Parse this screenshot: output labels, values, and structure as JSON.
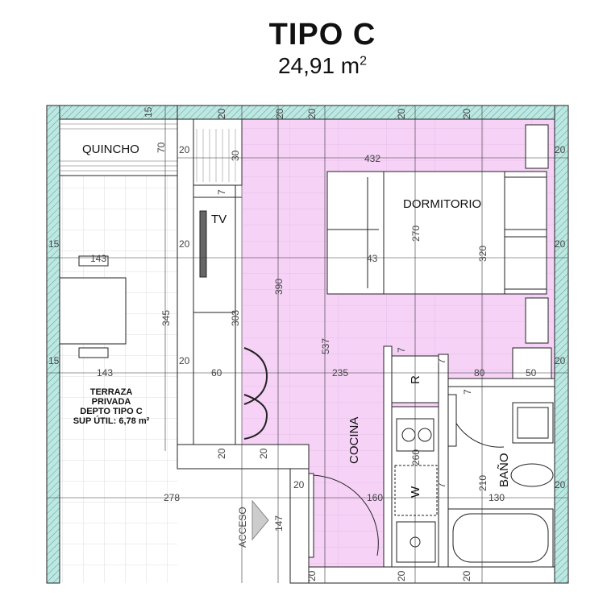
{
  "plan": {
    "title": "TIPO C",
    "area_value": "24,91 m",
    "area_exp": "2"
  },
  "rooms": {
    "quincho": "QUINCHO",
    "tv": "TV",
    "dormitorio": "DORMITORIO",
    "cocina": "COCINA",
    "bano": "BAÑO",
    "acceso": "ACCESO",
    "r": "R",
    "w": "W"
  },
  "terrace": {
    "line1": "TERRAZA",
    "line2": "PRIVADA",
    "line3": "DEPTO TIPO C",
    "line4": "SUP ÚTIL: 6,78 m²"
  },
  "dims": {
    "d15": "15",
    "d20": "20",
    "d30": "30",
    "d70": "70",
    "d7": "7",
    "d432": "432",
    "d270": "270",
    "d320": "320",
    "d143": "143",
    "d43": "43",
    "d390": "390",
    "d345": "345",
    "d303": "303",
    "d537": "537",
    "d60": "60",
    "d235": "235",
    "d80": "80",
    "d50": "50",
    "d260": "260",
    "d210": "210",
    "d278": "278",
    "d160": "160",
    "d130": "130",
    "d147": "147"
  },
  "colors": {
    "wall_hatch": "#7fcfc7",
    "interior": "#f6d2f7",
    "tile_grid": "#dcdcdc",
    "ink": "#111111"
  }
}
